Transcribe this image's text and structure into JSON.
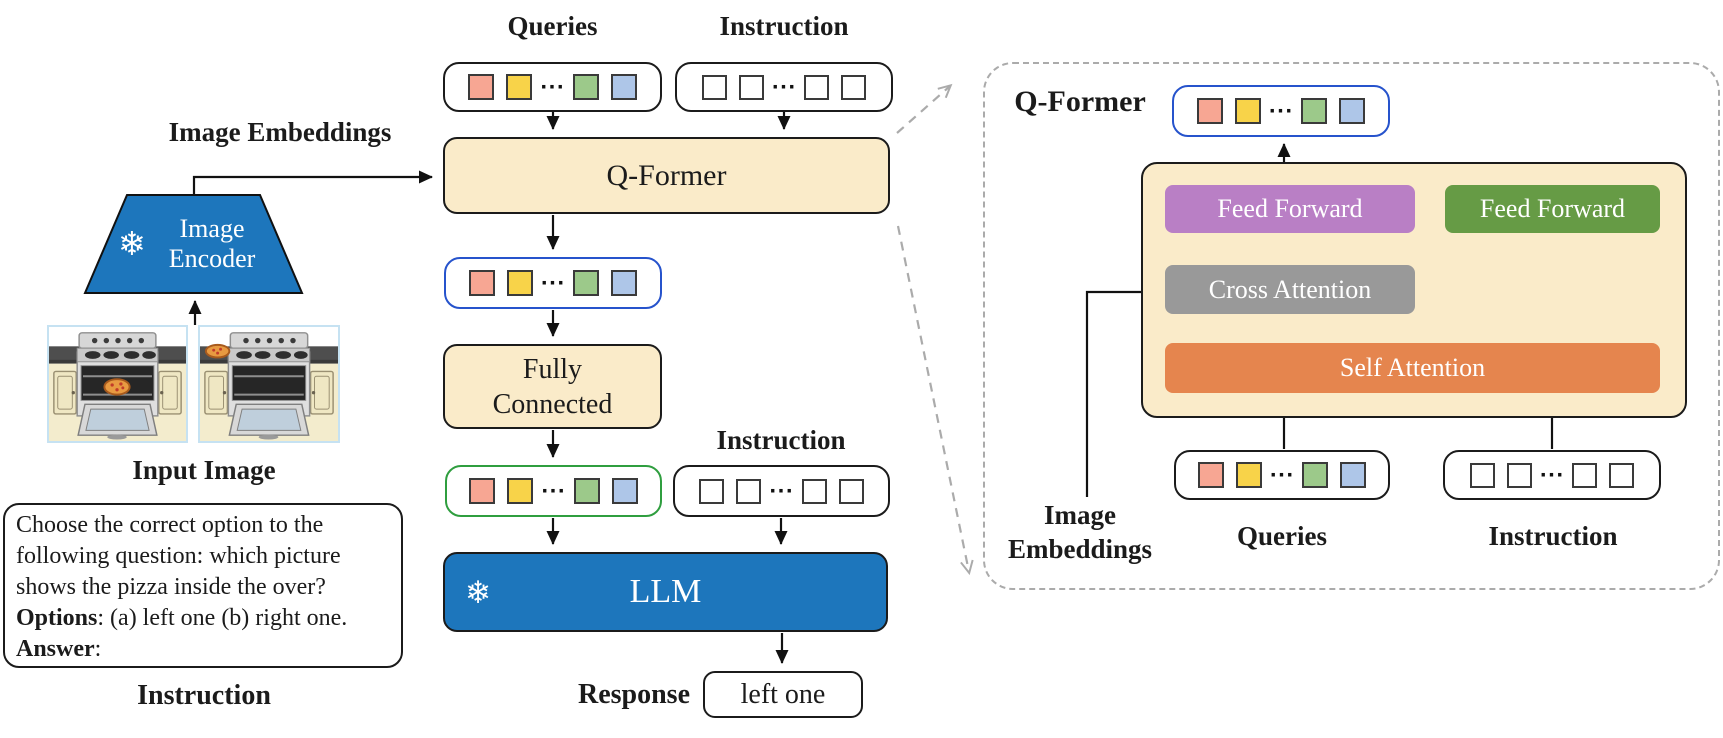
{
  "palette": {
    "tan": "#FAEBC9",
    "brand_blue": "#1D76BC",
    "purple_box": "#B97FC5",
    "green_box": "#669B45",
    "gray_box": "#999999",
    "orange_box": "#E5854E",
    "blue_outline": "#2653CC",
    "green_outline": "#2F9E3F",
    "dash_gray": "#ABABAB",
    "token_colors": [
      "#F7A693",
      "#F8D349",
      "#9CC98A",
      "#AEC6E8"
    ]
  },
  "glyphs": {
    "snowflake": "❄"
  },
  "tokens": {
    "colored_count": 4,
    "blank_count": 4,
    "dots_after": 2,
    "dots": "···"
  },
  "left": {
    "image_embeddings_label": "Image Embeddings",
    "image_encoder_label": "Image Encoder",
    "input_image_label": "Input Image",
    "instruction_box": {
      "body_lines": [
        "Choose the correct option to the",
        "following question: which picture",
        "shows the pizza inside the over?"
      ],
      "options_label": "Options",
      "options_rest": ": (a) left one (b) right one.",
      "answer_label": "Answer",
      "answer_rest": ":"
    },
    "instruction_label": "Instruction"
  },
  "middle": {
    "queries_label": "Queries",
    "instruction_label_top": "Instruction",
    "qformer_label": "Q-Former",
    "fully_connected_label": "Fully Connected",
    "instruction_label_mid": "Instruction",
    "llm_label": "LLM",
    "response_label": "Response",
    "response_value": "left one"
  },
  "right": {
    "panel_label": "Q-Former",
    "ff_left_label": "Feed Forward",
    "ff_right_label": "Feed Forward",
    "cross_attention_label": "Cross Attention",
    "self_attention_label": "Self Attention",
    "image_embeddings_line1": "Image",
    "image_embeddings_line2": "Embeddings",
    "queries_label": "Queries",
    "instruction_label": "Instruction"
  }
}
